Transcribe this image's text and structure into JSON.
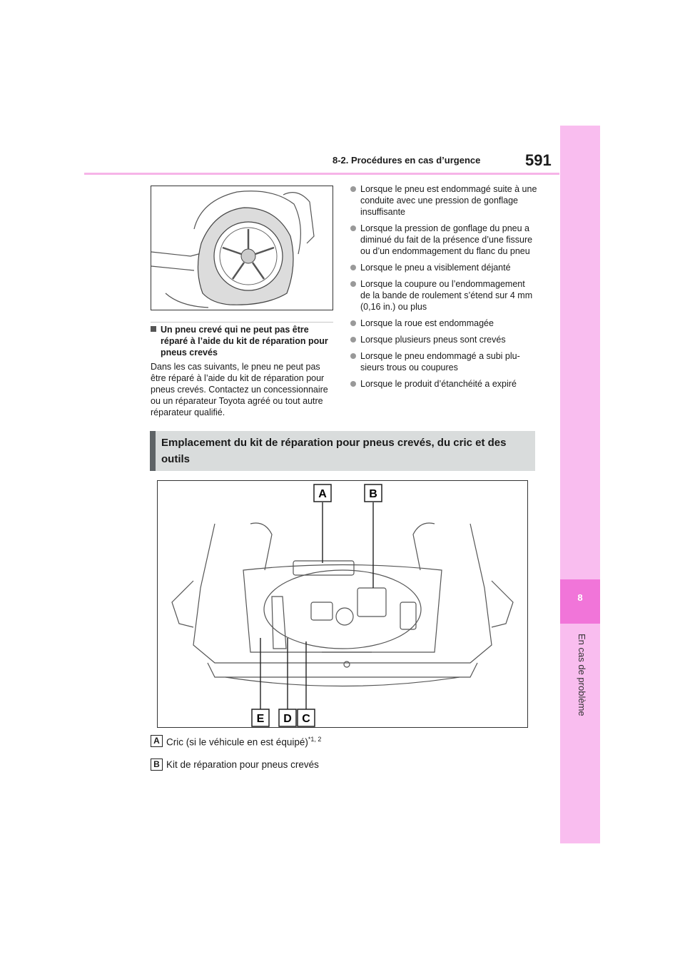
{
  "header": {
    "section": "8-2. Procédures en cas d’urgence",
    "page_number": "591"
  },
  "side_tab": {
    "chapter_number": "8",
    "chapter_title": "En cas de problème"
  },
  "subsection": {
    "title": "Un pneu crevé qui ne peut pas être réparé à l’aide du kit de réparation pour pneus crevés",
    "body": "Dans les cas suivants, le pneu ne peut pas être réparé à l’aide du kit de réparation pour pneus crevés. Contactez un concession­naire ou un réparateur Toyota agréé ou tout autre réparateur qualifié."
  },
  "bullets": [
    "Lorsque le pneu est endommagé suite à une conduite avec une pression de gon­flage insuffisante",
    "Lorsque la pression de gonflage du pneu a diminué du fait de la présence d’une fis­sure ou d’un endommagement du flanc du pneu",
    "Lorsque le pneu a visiblement déjanté",
    "Lorsque la coupure ou l’endommagement de la bande de roulement s’étend sur 4 mm (0,16 in.) ou plus",
    "Lorsque la roue est endommagée",
    "Lorsque plusieurs pneus sont crevés",
    "Lorsque le pneu endommagé a subi plu­sieurs trous ou coupures",
    "Lorsque le produit d’étanchéité a expiré"
  ],
  "section_title": "Emplacement du kit de réparation pour pneus crevés, du cric et des outils",
  "figure_labels": {
    "a": "A",
    "b": "B",
    "c": "C",
    "d": "D",
    "e": "E"
  },
  "legend": [
    {
      "letter": "A",
      "text": "Cric (si le véhicule en est équipé)",
      "sup": "*1, 2"
    },
    {
      "letter": "B",
      "text": "Kit de réparation pour pneus crevés"
    }
  ]
}
